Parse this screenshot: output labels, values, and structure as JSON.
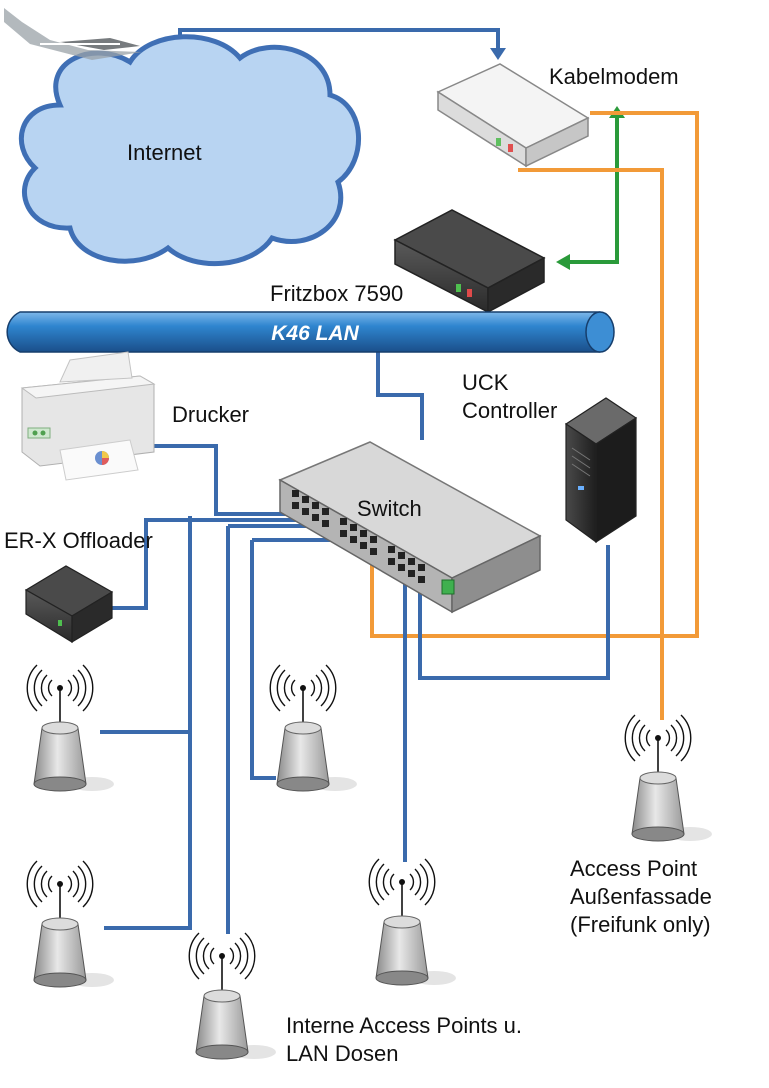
{
  "labels": {
    "internet": "Internet",
    "kabelmodem": "Kabelmodem",
    "fritzbox": "Fritzbox 7590",
    "lan": "K46 LAN",
    "uck_line1": "UCK",
    "uck_line2": "Controller",
    "drucker": "Drucker",
    "switch": "Switch",
    "erx": "ER-X Offloader",
    "ap_outdoor_line1": "Access Point",
    "ap_outdoor_line2": "Außenfassade",
    "ap_outdoor_line3": "(Freifunk only)",
    "ap_internal_line1": "Interne Access Points u.",
    "ap_internal_line2": "LAN Dosen"
  },
  "colors": {
    "lan_cable": "#3a6aac",
    "wan_cable": "#3a6aac",
    "freifunk_cable": "#f29a38",
    "modem_to_router": "#2a9a3a",
    "cloud": "#b8d4f2",
    "lan_bus": "#2b7cc4"
  },
  "icons": {
    "cloud": "cloud-icon",
    "modem": "cable-modem-icon",
    "router": "router-icon",
    "printer": "printer-icon",
    "switch": "network-switch-icon",
    "server": "server-tower-icon",
    "offloader": "router-icon",
    "access_point": "wireless-access-point-icon"
  }
}
